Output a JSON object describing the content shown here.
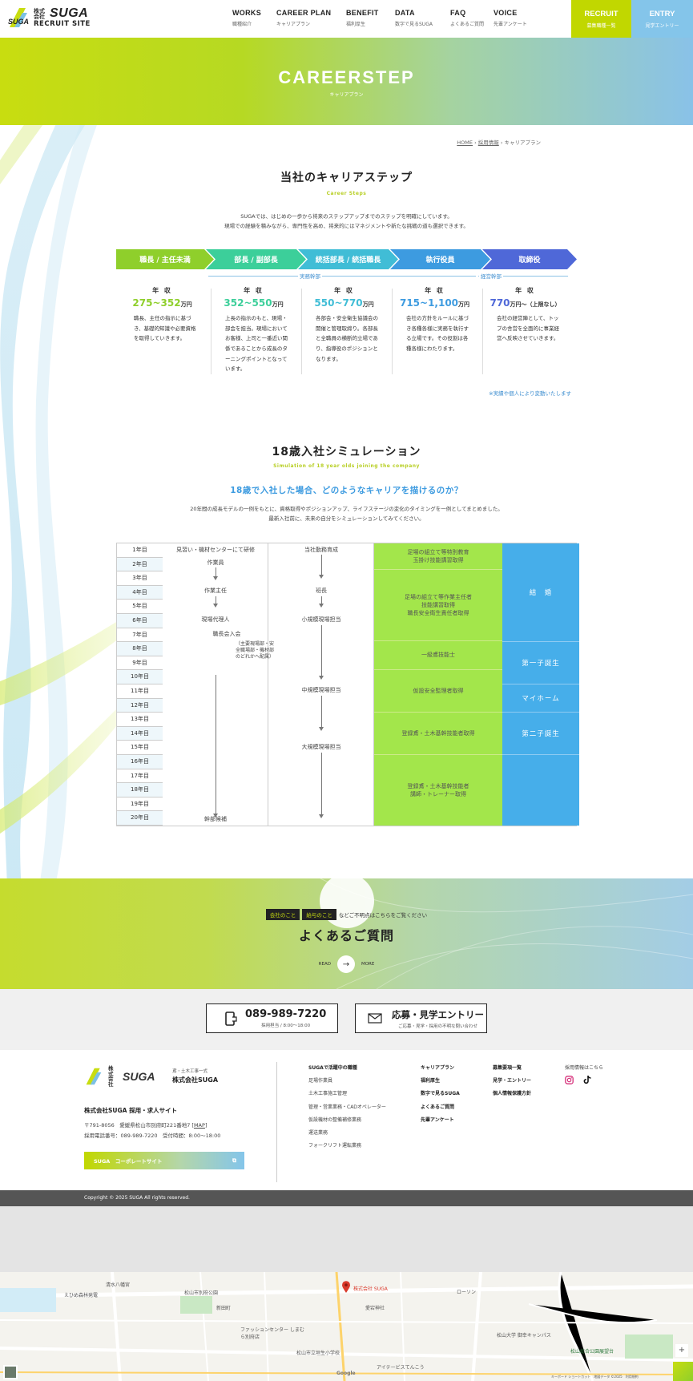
{
  "header": {
    "logo_company": "株式会社",
    "logo_brand": "SUGA",
    "logo_sub": "RECRUIT SITE",
    "nav": [
      {
        "en": "WORKS",
        "jp": "職種紹介"
      },
      {
        "en": "CAREER PLAN",
        "jp": "キャリアプラン"
      },
      {
        "en": "BENEFIT",
        "jp": "福利厚生"
      },
      {
        "en": "DATA",
        "jp": "数字で見るSUGA"
      },
      {
        "en": "FAQ",
        "jp": "よくあるご質問"
      },
      {
        "en": "VOICE",
        "jp": "先輩アンケート"
      }
    ],
    "recruit": {
      "en": "RECRUIT",
      "jp": "募集職種一覧"
    },
    "entry": {
      "en": "ENTRY",
      "jp": "見学エントリー"
    }
  },
  "hero": {
    "title": "CAREERSTEP",
    "subtitle": "キャリアプラン"
  },
  "breadcrumb": {
    "home": "HOME",
    "sep1": " › ",
    "recruit": "採用情報",
    "sep2": " › ",
    "current": "キャリアプラン"
  },
  "career": {
    "title": "当社のキャリアステップ",
    "subtitle": "Career Steps",
    "lead1": "SUGAでは、はじめの一歩から将来のステップアップまでのステップを明確にしています。",
    "lead2": "現場での経験を積みながら、専門性を高め、将来的にはマネジメントや新たな挑戦の道も選択できます。",
    "steps": [
      {
        "label": "職長 / 主任未満",
        "color": "#8fcf2b"
      },
      {
        "label": "部長 / 副部長",
        "color": "#3ccf9a"
      },
      {
        "label": "統括部長 / 統括職長",
        "color": "#40bdd6"
      },
      {
        "label": "執行役員",
        "color": "#3d9be0"
      },
      {
        "label": "取締役",
        "color": "#4f68d8"
      }
    ],
    "group1": "実務幹部",
    "group2": "経営幹部",
    "year_label": "年 収",
    "columns": [
      {
        "salary": "275~352",
        "unit": "万円",
        "color": "#8fcf2b",
        "desc": "職長、主任の指示に基づき、基礎的知識や必要資格を取得していきます。"
      },
      {
        "salary": "352~550",
        "unit": "万円",
        "color": "#3ccf9a",
        "desc": "上長の指示のもと、現場・部会を担当。現場においてお客様、上司と一番近い関係であることから成長のターニングポイントとなっています。"
      },
      {
        "salary": "550~770",
        "unit": "万円",
        "color": "#40bdd6",
        "desc": "各部会・安全衛生協議会の開催と管理取締り。各部長と全職員の横断的立場であり、指導役のポジションとなります。"
      },
      {
        "salary": "715~1,100",
        "unit": "万円",
        "color": "#3d9be0",
        "desc": "会社の方針をルールに基づき各種各様に実務を執行する立場です。その役割は各種各様にわたります。"
      },
      {
        "salary": "770",
        "unit": "万円〜（上限なし）",
        "color": "#4f68d8",
        "desc": "会社の経営陣として、トップの舎営を全面的に事業経営へ反映させていきます。"
      }
    ],
    "note": "※実績や個人により変動いたします"
  },
  "simulation": {
    "title": "18歳入社シミュレーション",
    "subtitle": "Simulation of 18 year olds joining the company",
    "question": "18歳で入社した場合、どのようなキャリアを描けるのか？",
    "lead1": "20年間の成長モデルの一例をもとに、資格取得やポジションアップ、ライフステージの変化のタイミングを一例としてまとめました。",
    "lead2": "最新入社前に、未来の自分をシミュレーションしてみてください。",
    "years": [
      "1年目",
      "2年目",
      "3年目",
      "4年目",
      "5年目",
      "6年目",
      "7年目",
      "8年目",
      "9年目",
      "10年目",
      "11年目",
      "12年目",
      "13年目",
      "14年目",
      "15年目",
      "16年目",
      "17年目",
      "18年目",
      "19年目",
      "20年目"
    ],
    "col1": {
      "t1": "見習い・機材センターにて研修",
      "t2": "作業員",
      "t3": "作業主任",
      "t4": "現場代理人",
      "t5": "職長会入会",
      "t6": "（主要現場部・安全職場部・機材部のどれかへ配属）",
      "t7": "幹部候補"
    },
    "col2": {
      "t1": "当社勤務育成",
      "t2": "班長",
      "t3": "小規模現場担当",
      "t4": "中規模現場担当",
      "t5": "大規模現場担当"
    },
    "col3": [
      "足場の組立て等特別教育\n玉掛け技能講習取得",
      "足場の組立て等作業主任者\n技能講習取得\n職長安全衛生責任者取得",
      "一級鳶技能士",
      "仮設安全監理者取得",
      "登録鳶・土木基幹技能者取得",
      "登録鳶・土木基幹技能者\n講師・トレーナー取得"
    ],
    "col4": [
      "結　婚",
      "第一子誕生",
      "マイホーム",
      "第二子誕生"
    ]
  },
  "faq": {
    "tag1": "会社のこと",
    "tag2": "給与のこと",
    "tag_text": "などご不明点はこちらをご覧ください",
    "title": "よくあるご質問",
    "read": "READ",
    "more": "MORE"
  },
  "contact": {
    "phone": "089-989-7220",
    "phone_sub": "採用担当 / 8:00〜18:00",
    "entry": "応募・見学エントリー",
    "entry_sub": "ご応募・見学・採用の不明な問い合わせ"
  },
  "footer": {
    "logo_sub": "鳶・土木工事一式",
    "company": "株式会社SUGA",
    "site_name": "株式会社SUGA 採用・求人サイト",
    "address": "〒791-8056　愛媛県松山市別府町221番地7",
    "map": "MAP",
    "tel": "採用電話番号：089-989-7220　受付時間：8:00〜18:00",
    "corporate": "SUGA　コーポレートサイト",
    "col1": [
      "SUGAで活躍中の職種",
      "足場作業員",
      "土木工事施工管理",
      "管理・営業業務・CADオペレーター",
      "仮設機材の整備補修業務",
      "運送業務",
      "フォークリフト運転業務"
    ],
    "col2": [
      "キャリアプラン",
      "福利厚生",
      "数字で見るSUGA",
      "よくあるご質問",
      "先輩アンケート"
    ],
    "col3": [
      "募集要項一覧",
      "見学・エントリー",
      "個人情報保護方針"
    ],
    "sns_label": "採用情報はこちら",
    "copyright": "Copyright © 2025 SUGA All rights reserved."
  },
  "map": {
    "pin": "株式会社 SUGA",
    "labels": [
      "えひめ森林発電",
      "清水八幡宮",
      "松山市別府公園",
      "新田町",
      "ファッションセンター しまむら別府店",
      "松山市立垣生小学校",
      "アイテービスてんこう",
      "松山総合公園展望台",
      "愛宕神社",
      "松山大学 御幸キャンパス",
      "ローソン",
      "Google",
      "キーボード ショートカット　地図データ ©2025　利用規約"
    ]
  }
}
